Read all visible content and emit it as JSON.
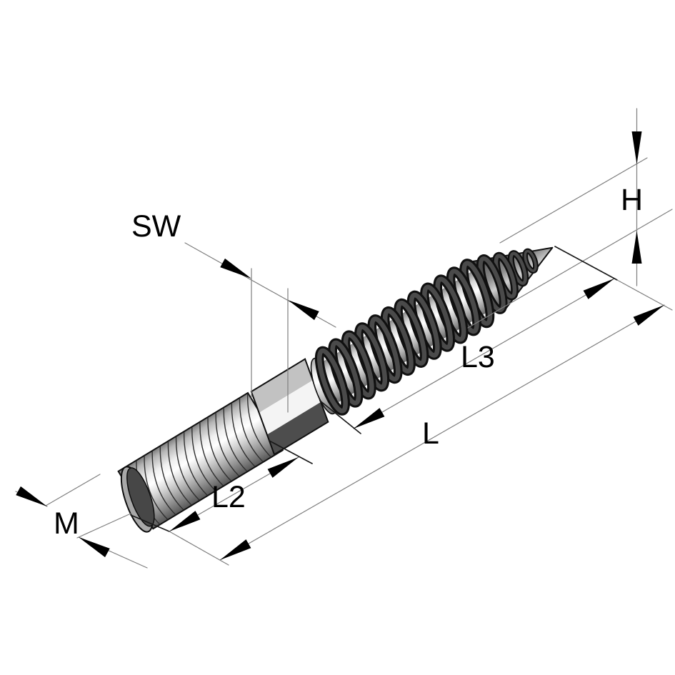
{
  "diagram": {
    "type": "isometric technical drawing",
    "subject": "Hanger bolt / stud screw with metric machine thread, hex wrench section, wood screw thread and gimlet point, annotated with dimension callouts",
    "background_color": "#ffffff",
    "edge_color": "#111111",
    "dimension_line_color": "#7f7f7f",
    "leader_line_color": "#1a1a1a",
    "arrow_color": "#000000",
    "label_color": "#000000",
    "steel_light": "#f4f4f4",
    "steel_mid": "#c2c2c2",
    "steel_dark": "#4d4d4d",
    "labels": {
      "wrench_size": "SW",
      "point_height": "H",
      "wood_thread_length": "L3",
      "overall_length": "L",
      "machine_thread_length": "L2",
      "metric_thread": "M"
    }
  }
}
